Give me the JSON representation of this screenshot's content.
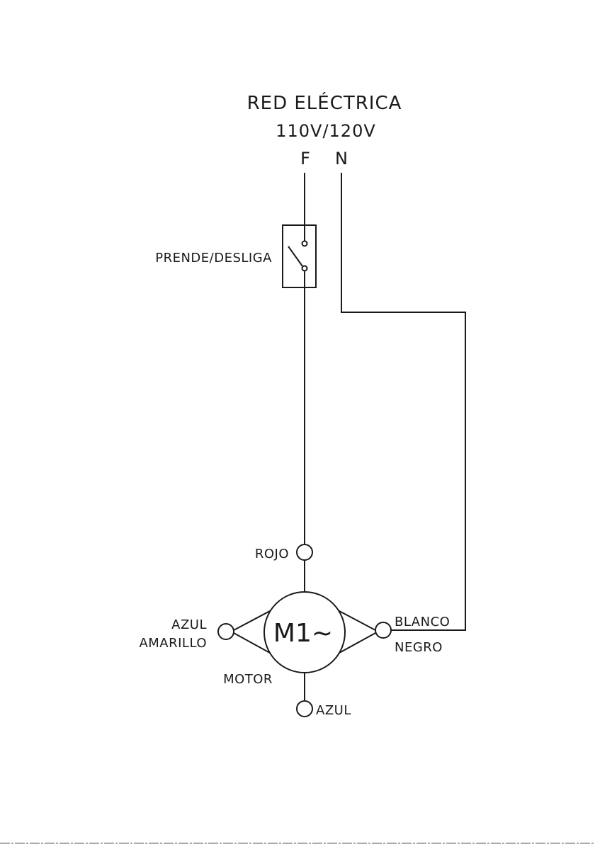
{
  "title": "RED ELÉCTRICA",
  "voltage": "110V/120V",
  "terminals": {
    "phase": "F",
    "neutral": "N"
  },
  "switch": {
    "label": "PRENDE/DESLIGA"
  },
  "motor": {
    "symbol": "M1~",
    "label": "MOTOR",
    "wires": {
      "top": "ROJO",
      "left_line1": "AZUL",
      "left_line2": "AMARILLO",
      "right_line1": "BLANCO",
      "right_line2": "NEGRO",
      "bottom": "AZUL"
    }
  }
}
